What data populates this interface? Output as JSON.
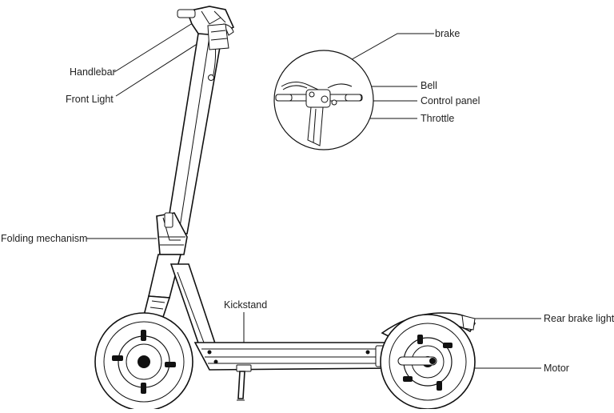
{
  "labels": {
    "brake": "brake",
    "handlebar": "Handlebar",
    "front_light": "Front Light",
    "bell": "Bell",
    "control_panel": "Control panel",
    "throttle": "Throttle",
    "folding_mechanism": "Folding mechanism",
    "kickstand": "Kickstand",
    "rear_brake_light": "Rear brake light",
    "motor": "Motor"
  }
}
